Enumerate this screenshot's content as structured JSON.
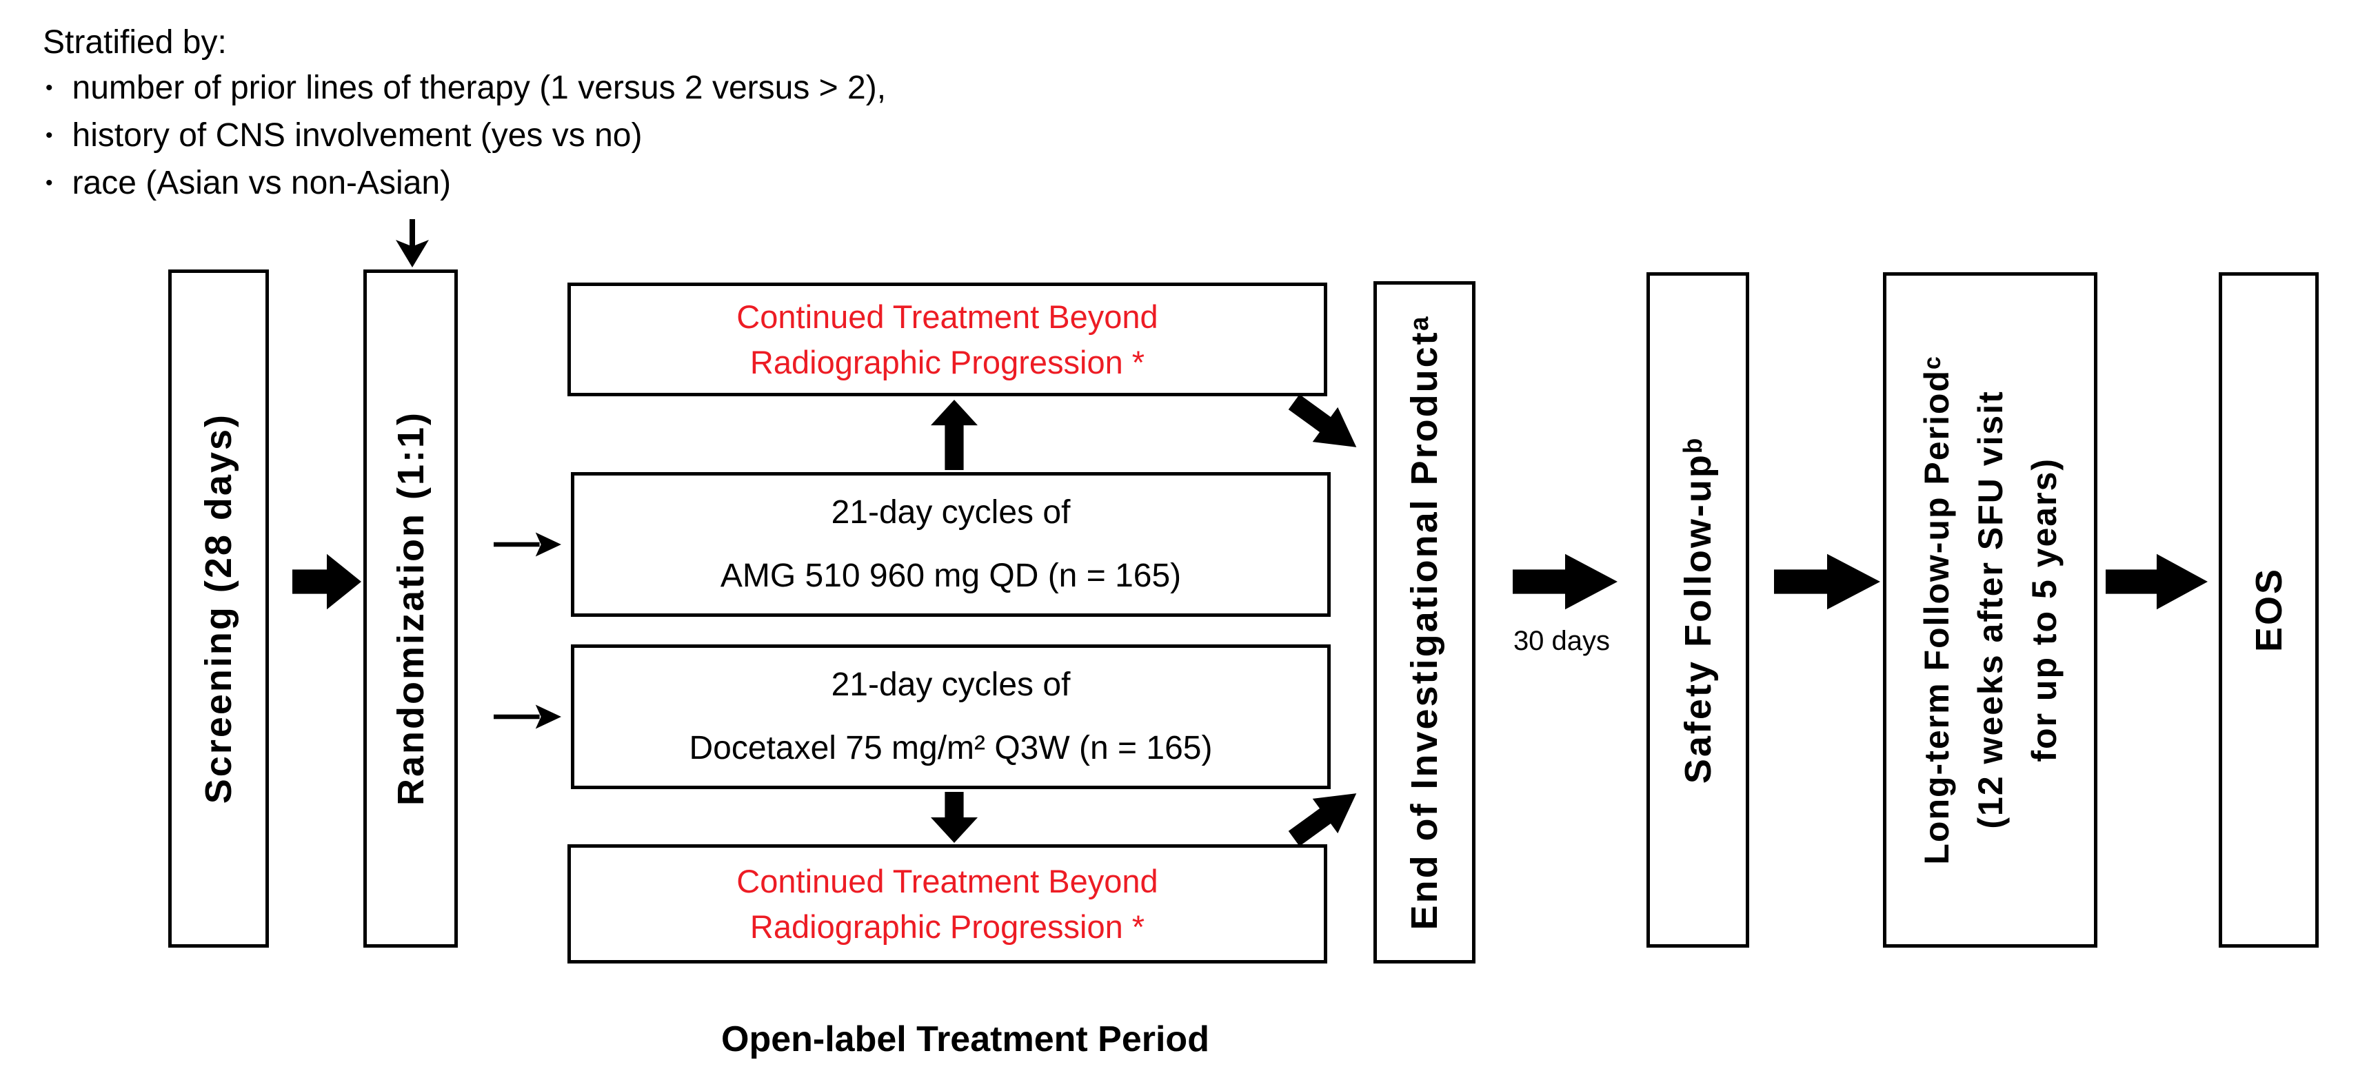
{
  "stratification": {
    "title": "Stratified by:",
    "bullets": [
      "number of prior lines of therapy (1 versus 2 versus > 2),",
      "history of CNS involvement (yes vs no)",
      "race (Asian vs non-Asian)"
    ]
  },
  "timeline_boxes": {
    "screening": "Screening (28 days)",
    "randomization": "Randomization (1:1)",
    "end_of_investigational_product": "End of Investigational Productᵃ",
    "safety_follow_up": "Safety Follow-upᵇ",
    "long_term_follow_up": "Long-term Follow-up Periodᶜ\n(12 weeks after SFU visit\nfor up to 5 years)",
    "eos": "EOS"
  },
  "treatment_boxes": {
    "continued_treatment_top": {
      "line1": "Continued Treatment Beyond",
      "line2": "Radiographic Progression *"
    },
    "amg_arm": {
      "line1": "21-day cycles of",
      "line2": "AMG 510 960 mg QD (n = 165)"
    },
    "docetaxel_arm": {
      "line1": "21-day cycles of",
      "line2": "Docetaxel 75 mg/m² Q3W (n = 165)"
    },
    "continued_treatment_bottom": {
      "line1": "Continued Treatment Beyond",
      "line2": "Radiographic Progression *"
    }
  },
  "labels": {
    "thirty_days": "30 days",
    "caption": "Open-label Treatment Period"
  },
  "colors": {
    "red_text": "#ed1c24",
    "line_black": "#000000",
    "background": "#ffffff"
  }
}
